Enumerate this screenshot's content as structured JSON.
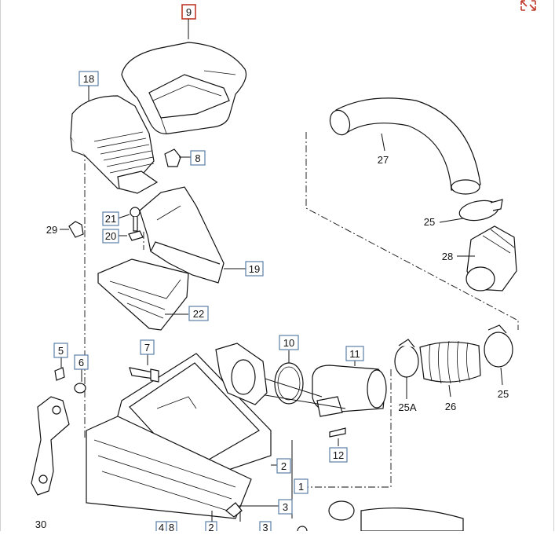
{
  "accent_color": "#c0392b",
  "box_color": "#5b7fa6",
  "expand_icon": "expand-arrows-icon",
  "labels": {
    "p9": "9",
    "p18": "18",
    "p8": "8",
    "p27": "27",
    "p29": "29",
    "p21": "21",
    "p20": "20",
    "p19": "19",
    "p22": "22",
    "p25_top": "25",
    "p28": "28",
    "p10": "10",
    "p11": "11",
    "p7": "7",
    "p5": "5",
    "p6": "6",
    "p25a": "25A",
    "p26": "26",
    "p25_right": "25",
    "p12": "12",
    "p2": "2",
    "p1": "1",
    "p3": "3",
    "p30": "30",
    "p4": "4",
    "p8_bottom": "8",
    "p2_bottom": "2",
    "p3_bottom": "3"
  }
}
